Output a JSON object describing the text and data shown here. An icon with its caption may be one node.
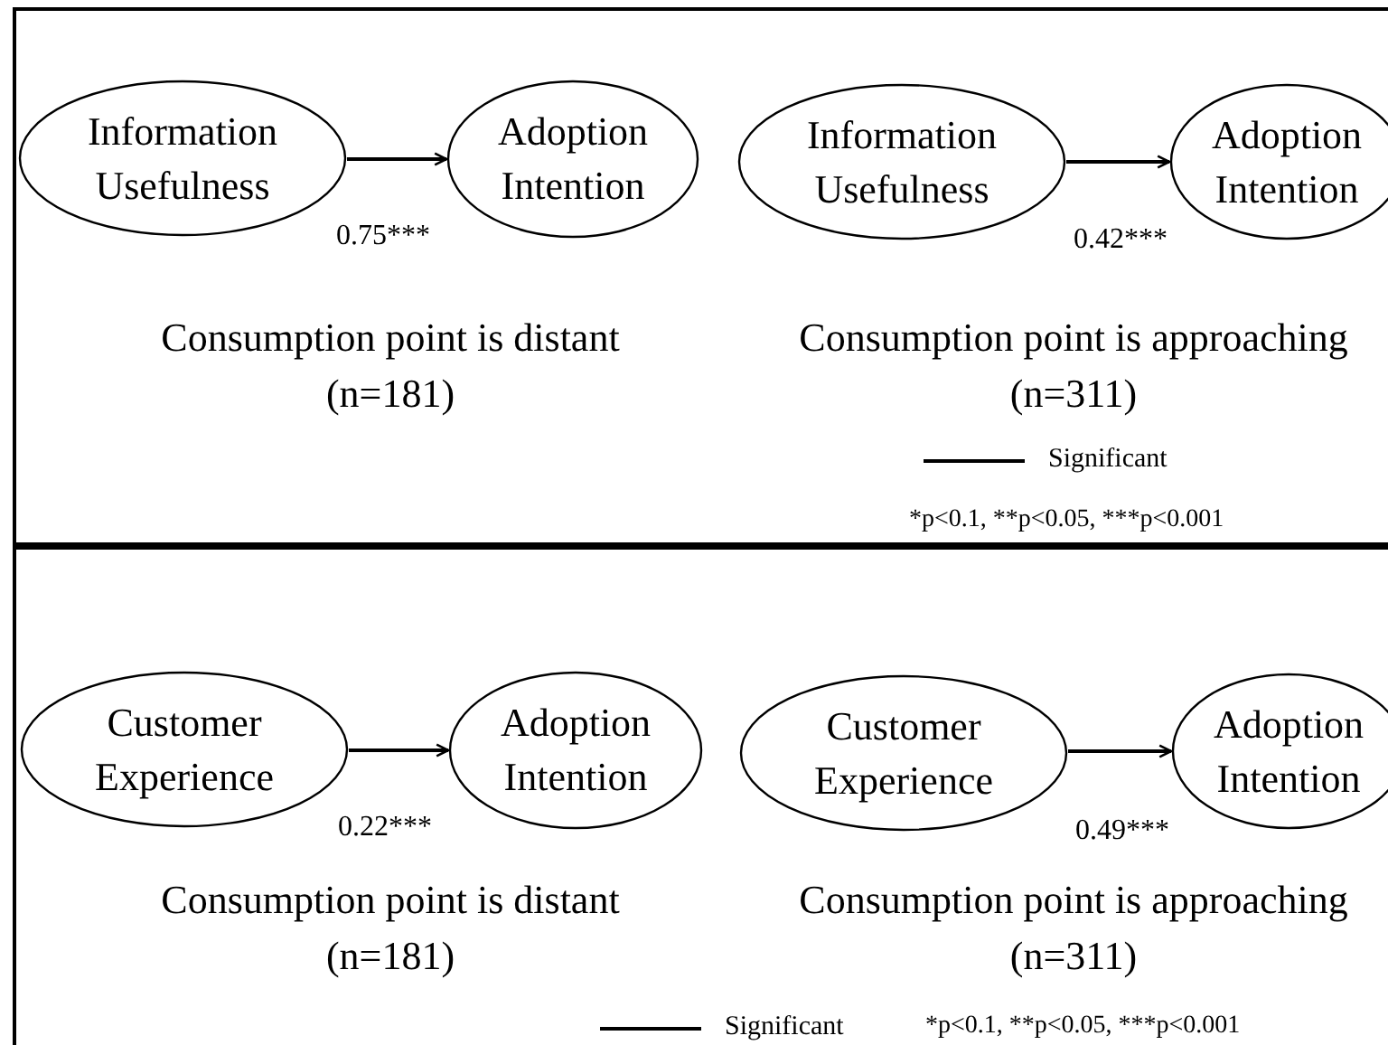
{
  "diagram": {
    "nodes": [
      {
        "text": [
          "Information Usefulness"
        ]
      },
      {
        "text": [
          "Adoption Intention"
        ]
      },
      {
        "text": [
          "Information Usefulness"
        ]
      },
      {
        "text": [
          "Adoption Intention"
        ]
      },
      {
        "text": [
          "Customer Experience"
        ]
      },
      {
        "text": [
          "Adoption Intention"
        ]
      },
      {
        "text": [
          "Customer Experience"
        ]
      },
      {
        "text": [
          "Adoption Intention"
        ]
      }
    ],
    "edges": [
      {
        "from": 0,
        "to": 1,
        "arrow": "to",
        "label": "0.75***"
      },
      {
        "from": 2,
        "to": 3,
        "arrow": "to",
        "label": "0.42***"
      },
      {
        "from": 4,
        "to": 5,
        "arrow": "to",
        "label": "0.22***"
      },
      {
        "from": 6,
        "to": 7,
        "arrow": "to",
        "label": "0.49***"
      }
    ],
    "labels": [
      "Consumption point is distant (n=181)",
      "Consumption point is approaching (n=311)",
      "*p<0.1, **p<0.05, ***p<0.001",
      "Consumption point is distant (n=181)",
      "Consumption point is approaching (n=311)",
      "*p<0.1, **p<0.05, ***p<0.001"
    ],
    "legend": [
      {
        "text": "Significant"
      },
      {
        "text": "Significant"
      }
    ]
  }
}
